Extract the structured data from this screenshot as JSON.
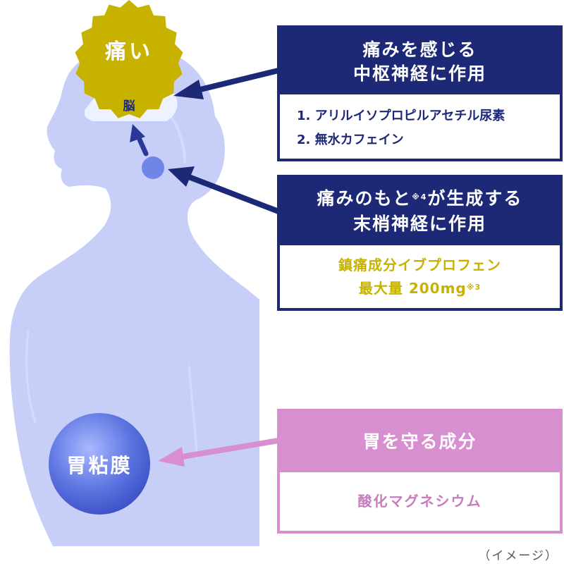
{
  "colors": {
    "silhouette": "#c7cff8",
    "navy": "#1d2877",
    "gold": "#c7b200",
    "pink": "#d88fd0",
    "pink_text": "#c87bbd",
    "brain_fill": "#eef1ff",
    "orb": "#4a62d8"
  },
  "pain_badge": {
    "label": "痛い"
  },
  "brain": {
    "label": "脳"
  },
  "stomach": {
    "label": "胃粘膜"
  },
  "box_cns": {
    "title_line1": "痛みを感じる",
    "title_line2": "中枢神経に作用",
    "item1": "1. アリルイソプロピルアセチル尿素",
    "item2": "2. 無水カフェイン"
  },
  "box_pns": {
    "title_line1": "痛みのもと",
    "title_note": "※4",
    "title_line1_rest": "が生成する",
    "title_line2": "末梢神経に作用",
    "item1": "鎮痛成分イブプロフェン",
    "item2_main": "最大量 200mg",
    "item2_note": "※3"
  },
  "box_stomach": {
    "title": "胃を守る成分",
    "item": "酸化マグネシウム"
  },
  "caption": "（イメージ）"
}
